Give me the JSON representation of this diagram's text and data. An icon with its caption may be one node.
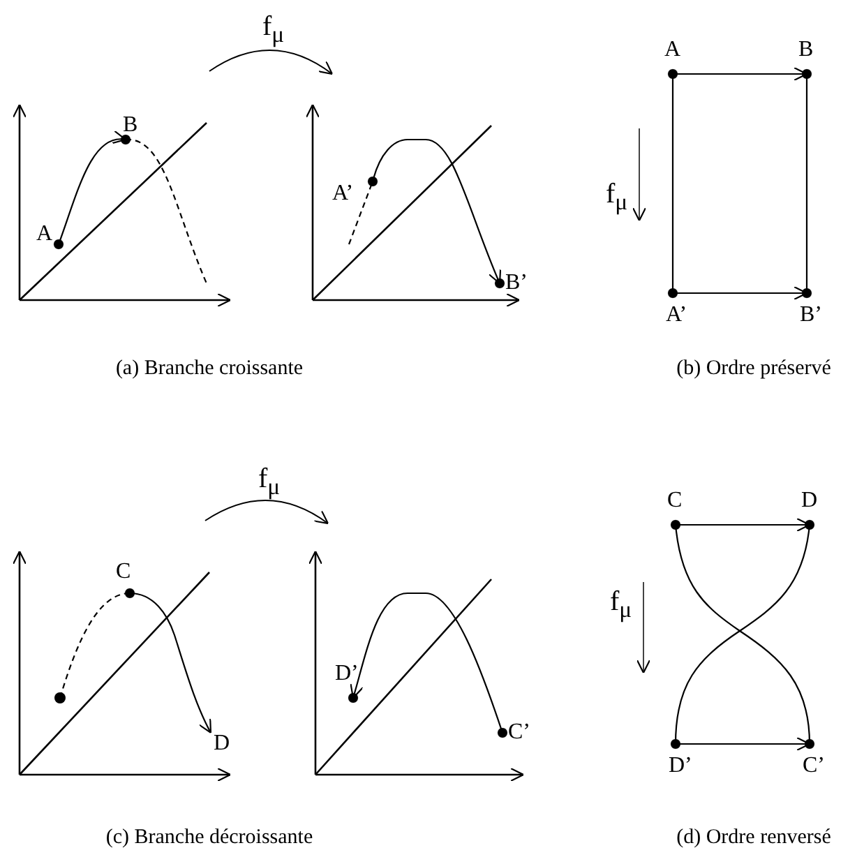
{
  "diagram": {
    "nodes": [
      {
        "text": [
          "A"
        ]
      },
      {
        "text": [
          "B"
        ]
      },
      {
        "text": [
          "A’"
        ]
      },
      {
        "text": [
          "B’"
        ]
      },
      {
        "text": [
          "A"
        ]
      },
      {
        "text": [
          "B"
        ]
      },
      {
        "text": [
          "A’"
        ]
      },
      {
        "text": [
          "B’"
        ]
      },
      {
        "text": [],
        "shape": "circle"
      },
      {
        "text": [
          "C"
        ]
      },
      {
        "text": [
          "D"
        ]
      },
      {
        "text": [
          "D’"
        ]
      },
      {
        "text": [
          "C’"
        ]
      },
      {
        "text": [
          "C"
        ]
      },
      {
        "text": [
          "D"
        ]
      },
      {
        "text": [
          "D’"
        ]
      },
      {
        "text": [
          "C’"
        ]
      }
    ],
    "edges": [
      {
        "from": 0,
        "to": 1,
        "arrow": "to"
      },
      {
        "from": 1,
        "to": null,
        "arrow": "none",
        "style": "dashed"
      },
      {
        "from": null,
        "to": 2,
        "arrow": "none",
        "style": "dashed"
      },
      {
        "from": 2,
        "to": 3,
        "arrow": "to"
      },
      {
        "from": 4,
        "to": 5,
        "arrow": "to"
      },
      {
        "from": 4,
        "to": 6,
        "arrow": "none"
      },
      {
        "from": 5,
        "to": 7,
        "arrow": "none"
      },
      {
        "from": 6,
        "to": 7,
        "arrow": "to"
      },
      {
        "from": 8,
        "to": 9,
        "arrow": "none",
        "style": "dashed"
      },
      {
        "from": 9,
        "to": 10,
        "arrow": "to"
      },
      {
        "from": 12,
        "to": 11,
        "arrow": "to"
      },
      {
        "from": 13,
        "to": 14,
        "arrow": "to"
      },
      {
        "from": 13,
        "to": 16,
        "arrow": "none"
      },
      {
        "from": 14,
        "to": 15,
        "arrow": "none"
      },
      {
        "from": 15,
        "to": 16,
        "arrow": "to"
      }
    ],
    "labels": [
      "f$_{μ}$",
      "f$_{μ}$",
      "(a) Branche croissante",
      "(b) Ordre préservé",
      "f$_{μ}$",
      "f$_{μ}$",
      "(c) Branche décroissante",
      "(d) Ordre renversé"
    ]
  }
}
